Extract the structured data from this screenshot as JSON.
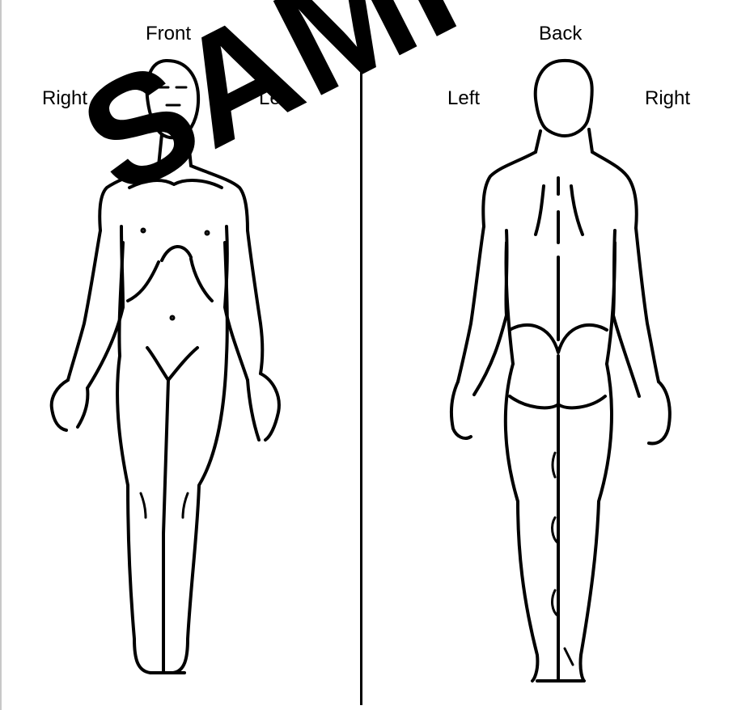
{
  "front": {
    "heading": "Front",
    "side_right": "Right",
    "side_left": "Left"
  },
  "back": {
    "heading": "Back",
    "side_left": "Left",
    "side_right": "Right"
  },
  "watermark": "SAMPLE"
}
